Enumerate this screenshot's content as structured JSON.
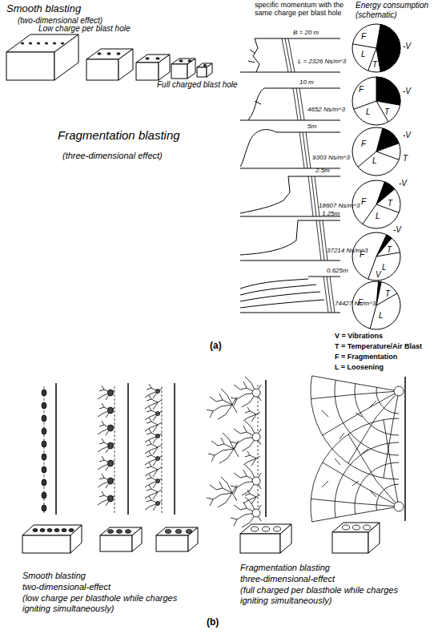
{
  "diagram": {
    "labels": [
      "Smooth blasting",
      "(two-dimensional effect)",
      "Low charge per blast hole",
      "Full charged blast hole",
      "Fragmentation blasting",
      "(three-dimensional effect)",
      "specific momentum with the same charge per blast hole",
      "Energy consumption (schematic)",
      "B = 20 m",
      "L = 2326 Ns/m^3",
      "10 m",
      "4652 Ns/m^3",
      "5m",
      "9303 Ns/m^3",
      "2.5m",
      "18607 Ns/m^3",
      "1.25m",
      "37214 Ns/m^3",
      "0.625m",
      "74427 Ns/m^3",
      "F",
      "L",
      "T",
      "-V",
      "F",
      "L",
      "T",
      "-V",
      "F",
      "-V",
      "T",
      "L",
      "F",
      "-V",
      "T",
      "L",
      "F",
      "-V",
      "T",
      "L",
      "V",
      "F",
      "T",
      "L",
      "V = Vibrations",
      "T = Temperature/Air Blast",
      "F = Fragmentation",
      "L = Loosening",
      "(a)",
      "Smooth blasting",
      "two-dimensional-effect",
      "(low charge per blasthole while charges igniting simultaneously)",
      "Fragmentation blasting",
      "three-dimensional-effect",
      "(full charged per blasthole while charges igniting simultaneously)",
      "(b)"
    ]
  }
}
